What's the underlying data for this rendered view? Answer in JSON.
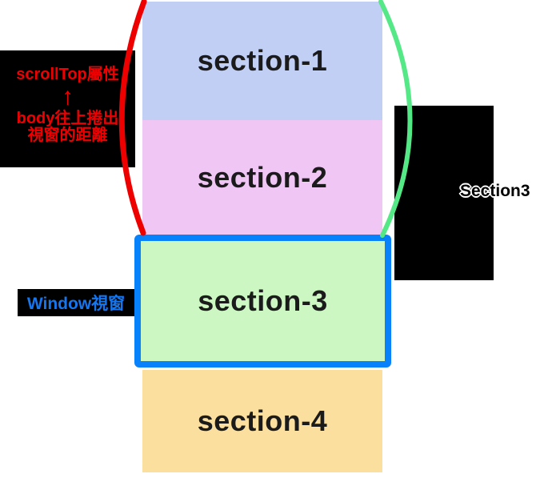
{
  "sections": [
    {
      "label": "section-1"
    },
    {
      "label": "section-2"
    },
    {
      "label": "section-3"
    },
    {
      "label": "section-4"
    }
  ],
  "annotations": {
    "scrolltop": {
      "line1": "scrollTop屬性",
      "arrow": "↑",
      "line2": "body往上捲出",
      "line3": "視窗的距離"
    },
    "window": {
      "label": "Window視窗"
    },
    "right": {
      "label": "Section3"
    }
  },
  "colors": {
    "section1_bg": "#c2cff5",
    "section2_bg": "#f0c7f4",
    "section3_bg": "#ccf7c3",
    "section4_bg": "#fadf9e",
    "window_border": "#0882fa",
    "annotation_bg": "#000000",
    "scrolltop_text": "#ee0000",
    "window_text": "#1576ee",
    "red_bracket": "#ee0000",
    "green_bracket": "#55e886",
    "right_label_fill": "#000000"
  }
}
